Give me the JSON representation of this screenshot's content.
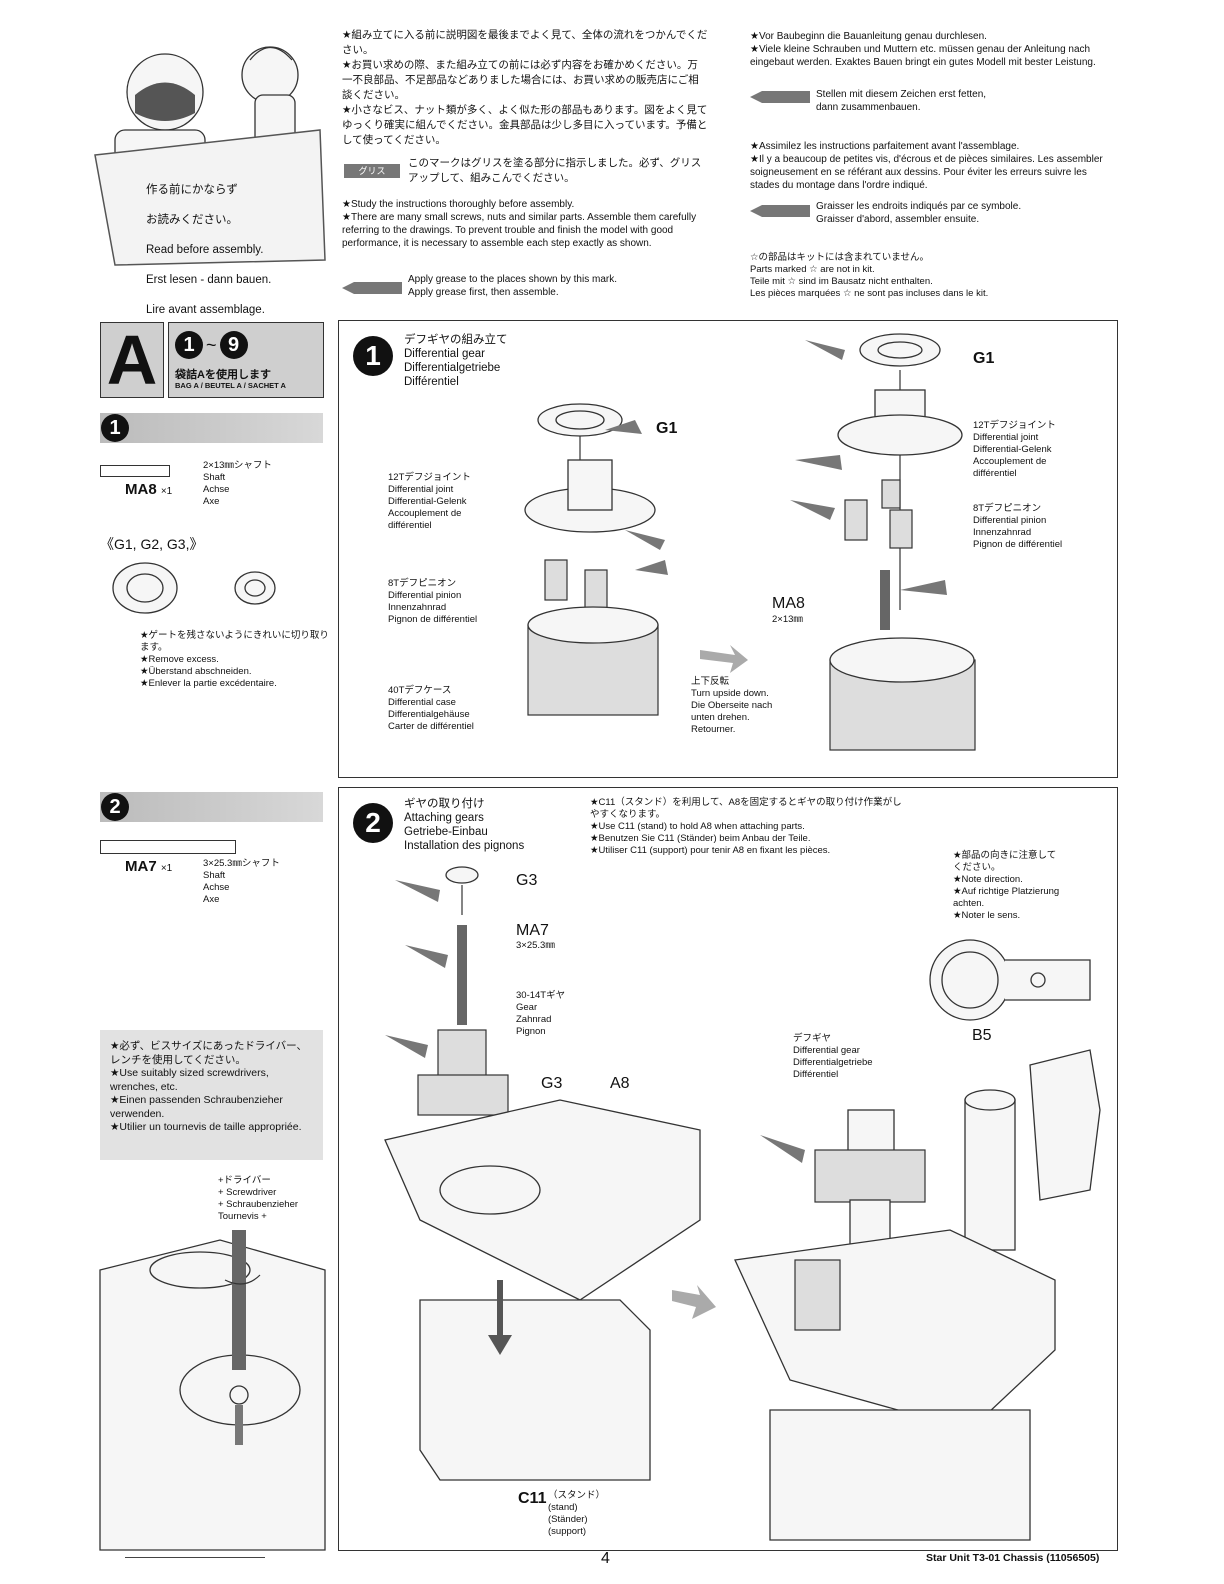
{
  "intro": {
    "sign_lines": [
      "作る前にかならず",
      "お読みください。",
      "Read before assembly.",
      "Erst lesen - dann bauen.",
      "Lire avant assemblage."
    ],
    "jp_text": "★組み立てに入る前に説明図を最後までよく見て、全体の流れをつかんでください。\n★お買い求めの際、また組み立ての前には必ず内容をお確かめください。万一不良部品、不足部品などありました場合には、お買い求めの販売店にご相談ください。\n★小さなビス、ナット類が多く、よく似た形の部品もあります。図をよく見てゆっくり確実に組んでください。金具部品は少し多目に入っています。予備として使ってください。",
    "jp_grease_label": "グリス",
    "jp_grease_text": "このマークはグリスを塗る部分に指示しました。必ず、グリスアップして、組みこんでください。",
    "en_text": "★Study the instructions thoroughly before assembly.\n★There are many small screws, nuts and similar parts. Assemble them carefully referring to the drawings. To prevent trouble and finish the model with good performance, it is necessary to assemble each step exactly as shown.",
    "en_grease_text": "Apply grease to the places shown by this mark.\nApply grease first, then assemble.",
    "de_text": "★Vor Baubeginn die Bauanleitung genau durchlesen.\n★Viele kleine Schrauben und Muttern etc. müssen genau der Anleitung nach eingebaut werden. Exaktes Bauen bringt ein gutes Modell mit bester Leistung.",
    "de_grease_text": "Stellen mit diesem Zeichen erst fetten,\ndann zusammenbauen.",
    "fr_text": "★Assimilez les instructions parfaitement avant l'assemblage.\n★Il y a beaucoup de petites vis, d'écrous et de pièces similaires. Les assembler soigneusement en se référant aux dessins. Pour éviter les erreurs suivre les stades du montage dans l'ordre indiqué.",
    "fr_grease_text": "Graisser les endroits indiqués par ce symbole.\nGraisser d'abord, assembler ensuite.",
    "not_included": "☆の部品はキットには含まれていません。\nParts marked ☆ are not in kit.\nTeile mit ☆ sind im Bausatz nicht enthalten.\nLes pièces marquées ☆ ne sont pas incluses dans le kit."
  },
  "bag": {
    "letter": "A",
    "range_from": "1",
    "range_sep": "~",
    "range_to": "9",
    "jp": "袋詰Aを使用します",
    "multi": "BAG A / BEUTEL A / SACHET A"
  },
  "step1_parts": {
    "num": "1",
    "part_code": "MA8",
    "qty": "×1",
    "desc": "2×13㎜シャフト\nShaft\nAchse\nAxe",
    "g_label": "《G1, G2, G3,》",
    "remove_text": "★ゲートを残さないようにきれいに切り取ります。\n★Remove excess.\n★Überstand abschneiden.\n★Enlever la partie excédentaire."
  },
  "step2_parts": {
    "num": "2",
    "part_code": "MA7",
    "qty": "×1",
    "desc": "3×25.3㎜シャフト\nShaft\nAchse\nAxe",
    "tool_text": "★必ず、ビスサイズにあったドライバー、レンチを使用してください。\n★Use suitably sized screwdrivers, wrenches, etc.\n★Einen passenden Schraubenzieher verwenden.\n★Utilier un tournevis de taille appropriée.",
    "screwdriver": "+ドライバー\n+ Screwdriver\n+ Schraubenzieher\nTournevis +"
  },
  "step1": {
    "num": "1",
    "title": "デフギヤの組み立て\nDifferential gear\nDifferentialgetriebe\nDifférentiel",
    "g1": "G1",
    "joint": "12Tデフジョイント\nDifferential joint\nDifferential-Gelenk\nAccouplement de\ndifférentiel",
    "pinion": "8Tデフピニオン\nDifferential pinion\nInnenzahnrad\nPignon de différentiel",
    "case": "40Tデフケース\nDifferential case\nDifferentialgehäuse\nCarter de différentiel",
    "flip": "上下反転\nTurn upside down.\nDie Oberseite nach\nunten drehen.\nRetourner.",
    "ma8": "MA8",
    "ma8_size": "2×13㎜"
  },
  "step2": {
    "num": "2",
    "title": "ギヤの取り付け\nAttaching gears\nGetriebe-Einbau\nInstallation des pignons",
    "note": "★C11（スタンド）を利用して、A8を固定するとギヤの取り付け作業がしやすくなります。\n★Use C11 (stand) to hold A8 when attaching parts.\n★Benutzen Sie C11 (Ständer) beim Anbau der Teile.\n★Utiliser C11 (support) pour tenir A8 en fixant les pièces.",
    "g3_top": "G3",
    "ma7": "MA7",
    "ma7_size": "3×25.3㎜",
    "gear": "30-14Tギヤ\nGear\nZahnrad\nPignon",
    "g3_mid": "G3",
    "a8": "A8",
    "c11": "C11",
    "c11_sub": "（スタンド）\n(stand)\n(Ständer)\n(support)",
    "direction": "★部品の向きに注意してください。\n★Note direction.\n★Auf richtige Platzierung achten.\n★Noter le sens.",
    "b5": "B5",
    "diff": "デフギヤ\nDifferential gear\nDifferentialgetriebe\nDifférentiel"
  },
  "footer": {
    "page": "4",
    "product": "Star Unit T3-01 Chassis (11056505)"
  }
}
